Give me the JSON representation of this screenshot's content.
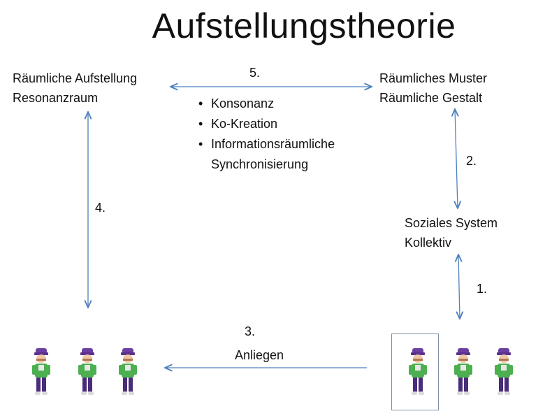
{
  "title": "Aufstellungstheorie",
  "nodes": {
    "top_left": [
      "Räumliche Aufstellung",
      "Resonanzraum"
    ],
    "top_right": [
      "Räumliches Muster",
      "Räumliche Gestalt"
    ],
    "middle_right": [
      "Soziales System",
      "Kollektiv"
    ]
  },
  "steps": {
    "s1": "1.",
    "s2": "2.",
    "s3": "3.",
    "s4": "4.",
    "s5": "5."
  },
  "bullets": [
    "Konsonanz",
    "Ko-Kreation",
    "Informationsräumliche Synchronisierung"
  ],
  "arrow_label": "Anliegen",
  "colors": {
    "arrow": "#4f81bd",
    "frame": "#7f8fa6"
  },
  "figure_icon": "playmobil-figure-icon"
}
